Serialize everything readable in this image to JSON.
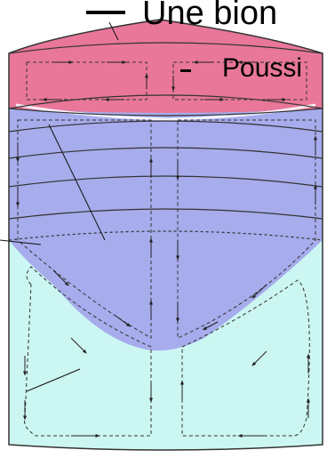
{
  "labels": {
    "top": "Une bion",
    "middle": "Poussi"
  },
  "colors": {
    "upper_zone": "#e8779a",
    "middle_zone": "#a6acec",
    "lower_zone": "#ccf6f2",
    "stroke": "#333333"
  },
  "icons": [
    "leader-line",
    "flow-arrow",
    "dash-marker"
  ]
}
